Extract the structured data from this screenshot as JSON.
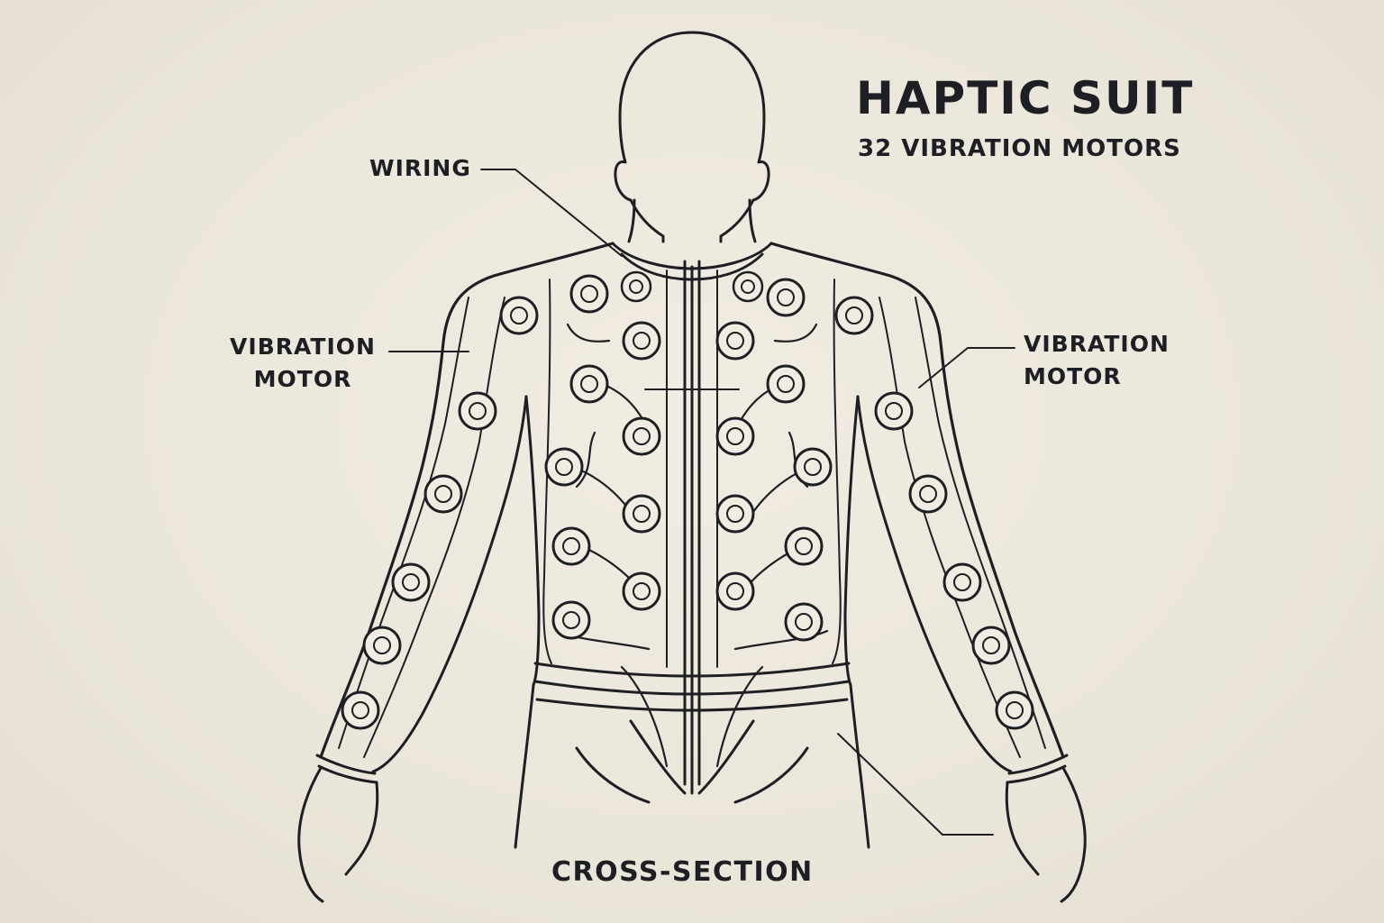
{
  "title": "HAPTIC SUIT",
  "subtitle": "32 VIBRATION MOTORS",
  "callouts": {
    "wiring": "WIRING",
    "vibration_motor_left": [
      "VIBRATION",
      "MOTOR"
    ],
    "vibration_motor_right": [
      "VIBRATION",
      "MOTOR"
    ],
    "cross_section": "CROSS-SECTION"
  },
  "motor_count": 32,
  "colors": {
    "ink": "#1e1f24",
    "paper": "#ece7dc"
  }
}
